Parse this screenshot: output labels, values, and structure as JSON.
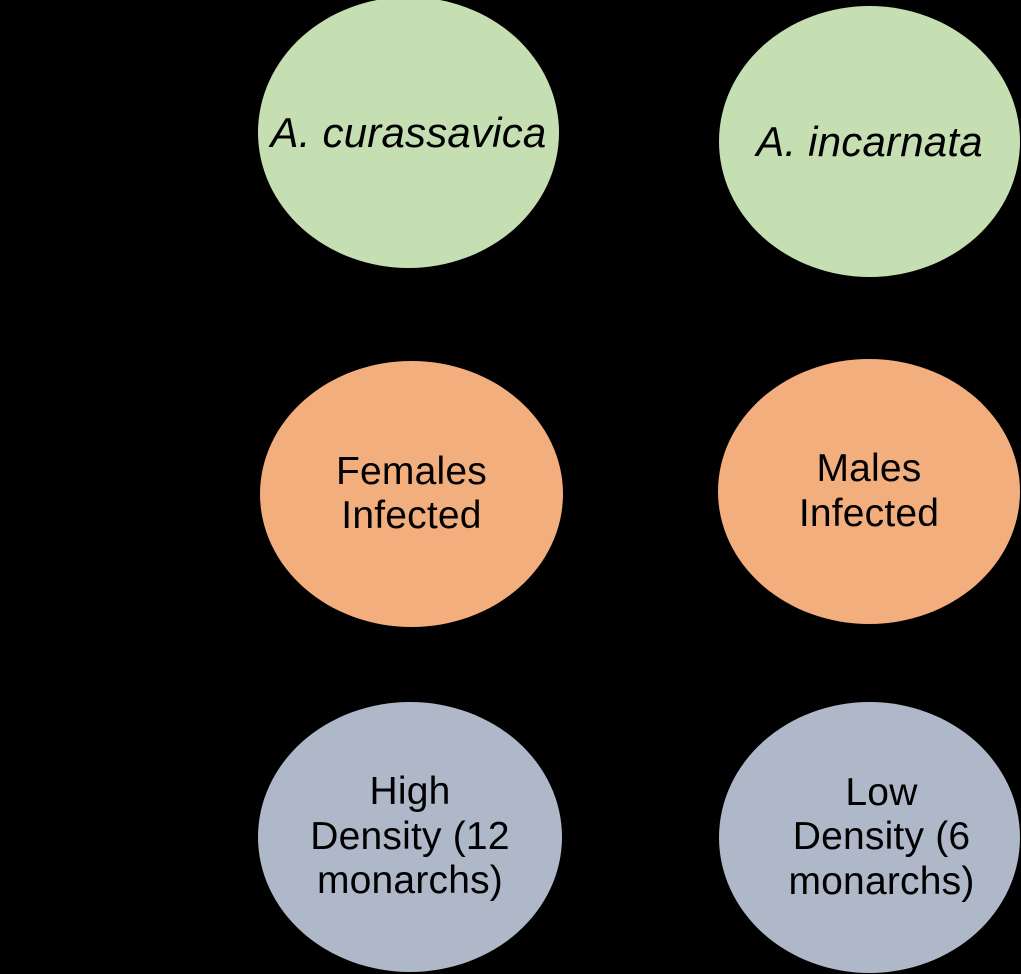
{
  "canvas": {
    "background": "#000000",
    "text_color": "#000000"
  },
  "diagram": {
    "nodes": [
      {
        "id": "species-a-curassavica",
        "fill": "#C5DFB2",
        "lines": [
          "A. curassavica"
        ]
      },
      {
        "id": "species-a-incarnata",
        "fill": "#C5DFB2",
        "lines": [
          "A. incarnata"
        ]
      },
      {
        "id": "females-infected",
        "fill": "#F3AE7D",
        "lines": [
          "Females",
          "Infected"
        ]
      },
      {
        "id": "males-infected",
        "fill": "#F3AE7D",
        "lines": [
          "Males",
          "Infected"
        ]
      },
      {
        "id": "high-density",
        "fill": "#AEB8C9",
        "lines": [
          "High",
          "Density (12",
          "monarchs)"
        ]
      },
      {
        "id": "low-density",
        "fill": "#AEB8C9",
        "lines": [
          "Low",
          "Density (6",
          "monarchs)"
        ]
      }
    ]
  }
}
